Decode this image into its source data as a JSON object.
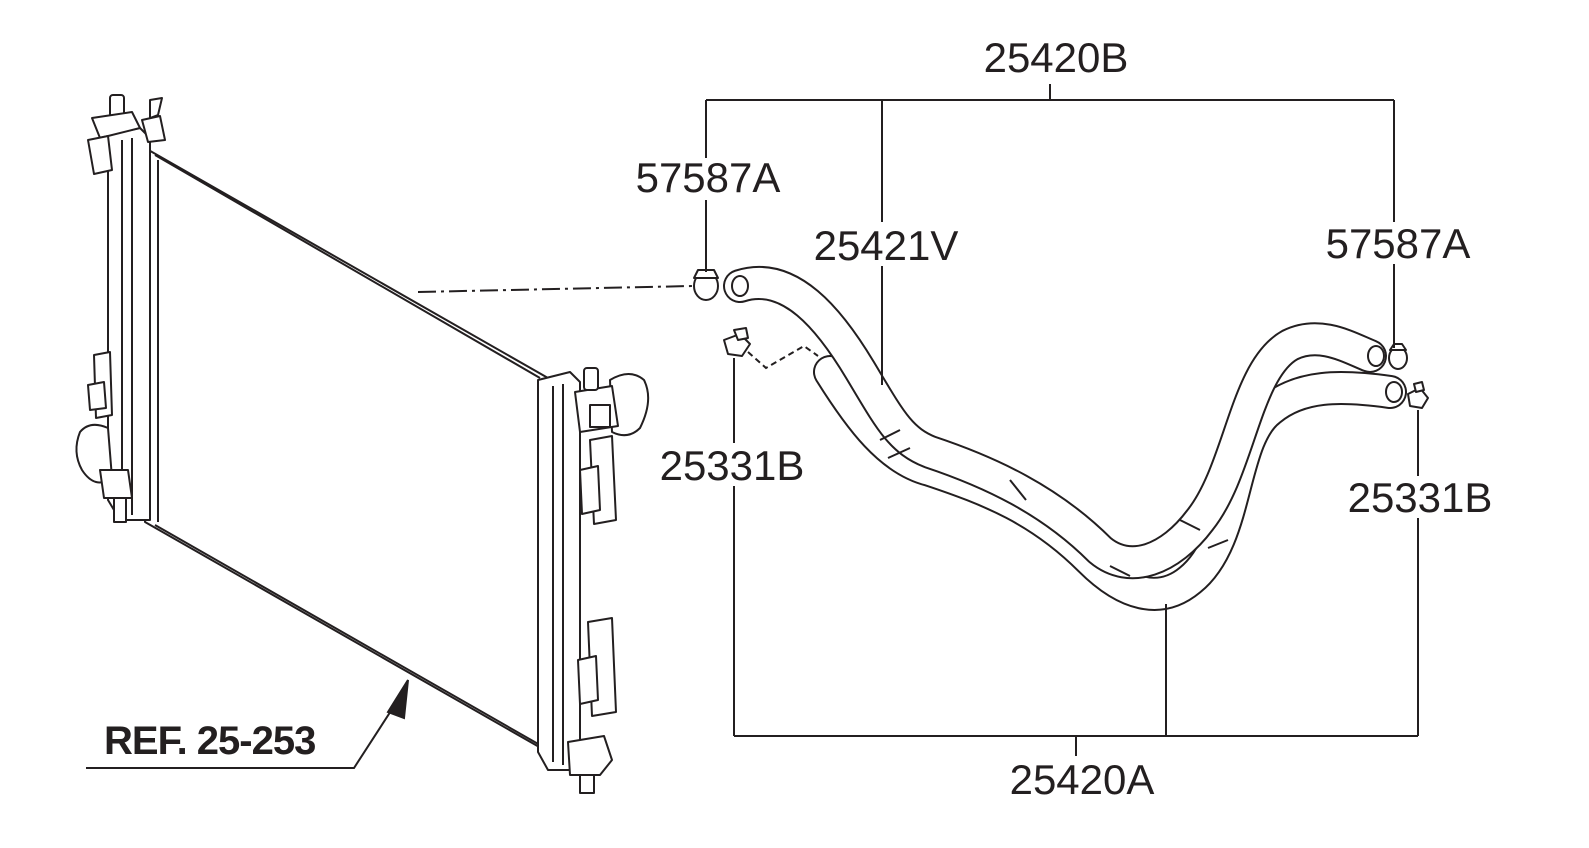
{
  "labels": {
    "top_assembly": "25420B",
    "bottom_assembly": "25420A",
    "hose": "25421V",
    "clamp_left": "57587A",
    "clamp_right": "57587A",
    "fitting_left": "25331B",
    "fitting_right": "25331B",
    "reference": "REF. 25-253"
  },
  "colors": {
    "line": "#231f20",
    "background": "#ffffff"
  }
}
